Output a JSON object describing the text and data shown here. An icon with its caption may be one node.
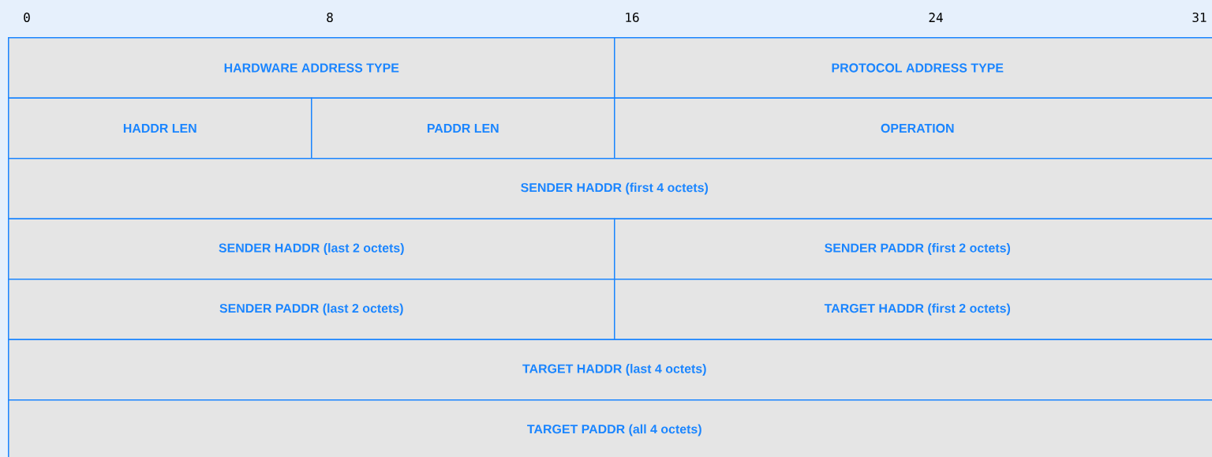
{
  "diagram": {
    "nodes": [
      {
        "text": [
          "HARDWARE ADDRESS TYPE"
        ]
      },
      {
        "text": [
          "PROTOCOL ADDRESS TYPE"
        ]
      },
      {
        "text": [
          "HADDR LEN"
        ]
      },
      {
        "text": [
          "PADDR LEN"
        ]
      },
      {
        "text": [
          "OPERATION"
        ]
      },
      {
        "text": [
          "SENDER HADDR (first 4 octets)"
        ]
      },
      {
        "text": [
          "SENDER HADDR (last 2 octets)"
        ]
      },
      {
        "text": [
          "SENDER PADDR (first 2 octets)"
        ]
      },
      {
        "text": [
          "SENDER PADDR (last 2 octets)"
        ]
      },
      {
        "text": [
          "TARGET HADDR (first 2 octets)"
        ]
      },
      {
        "text": [
          "TARGET HADDR (last 4 octets)"
        ]
      },
      {
        "text": [
          "TARGET PADDR (all 4 octets)"
        ]
      }
    ],
    "labels": [
      "0",
      "8",
      "16",
      "24",
      "31"
    ]
  }
}
